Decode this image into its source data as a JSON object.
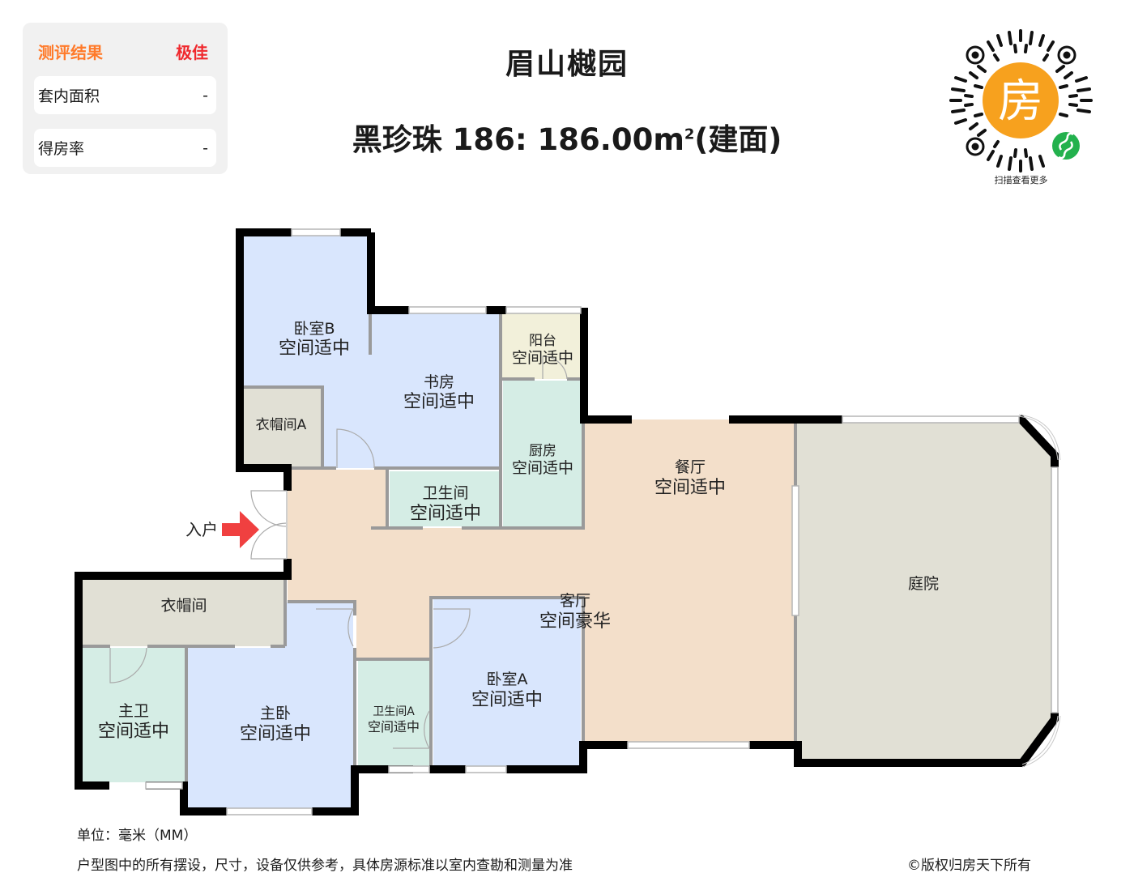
{
  "evaluation": {
    "title": "测评结果",
    "grade": "极佳",
    "rows": [
      {
        "label": "套内面积",
        "value": "-"
      },
      {
        "label": "得房率",
        "value": "-"
      }
    ],
    "colors": {
      "title": "#ff7a2a",
      "grade": "#f0282d"
    }
  },
  "header": {
    "project_name": "眉山樾园",
    "unit_line": "黑珍珠 186: 186.00m",
    "unit_sup": "2",
    "unit_suffix": "(建面)"
  },
  "qr": {
    "center_glyph": "房",
    "caption": "扫描查看更多",
    "badge_icon": "mini-program-icon",
    "colors": {
      "center": "#f7a11e",
      "badge": "#23b14d"
    }
  },
  "entrance": {
    "label": "入户",
    "arrow_color": "#f04040"
  },
  "rooms": [
    {
      "id": "bedroom-b",
      "name": "卧室B",
      "rating": "空间适中",
      "color": "#d9e6fd"
    },
    {
      "id": "study",
      "name": "书房",
      "rating": "空间适中",
      "color": "#d9e6fd"
    },
    {
      "id": "balcony",
      "name": "阳台",
      "rating": "空间适中",
      "color": "#f2f0da"
    },
    {
      "id": "closet-a",
      "name": "衣帽间A",
      "rating": "",
      "color": "#e1e0d5"
    },
    {
      "id": "kitchen",
      "name": "厨房",
      "rating": "空间适中",
      "color": "#d5ede5"
    },
    {
      "id": "bathroom",
      "name": "卫生间",
      "rating": "空间适中",
      "color": "#d5ede5"
    },
    {
      "id": "dining",
      "name": "餐厅",
      "rating": "空间适中",
      "color": "#f3dfca"
    },
    {
      "id": "living",
      "name": "客厅",
      "rating": "空间豪华",
      "color": "#f3dfca"
    },
    {
      "id": "courtyard",
      "name": "庭院",
      "rating": "",
      "color": "#e1e0d5"
    },
    {
      "id": "closet",
      "name": "衣帽间",
      "rating": "",
      "color": "#e1e0d5"
    },
    {
      "id": "master-bath",
      "name": "主卫",
      "rating": "空间适中",
      "color": "#d5ede5"
    },
    {
      "id": "master-bedroom",
      "name": "主卧",
      "rating": "空间适中",
      "color": "#d9e6fd"
    },
    {
      "id": "bathroom-a",
      "name": "卫生间A",
      "rating": "空间适中",
      "color": "#d5ede5"
    },
    {
      "id": "bedroom-a",
      "name": "卧室A",
      "rating": "空间适中",
      "color": "#d9e6fd"
    }
  ],
  "footer": {
    "unit_note": "单位：毫米（MM）",
    "disclaimer": "户型图中的所有摆设，尺寸，设备仅供参考，具体房源标准以室内查勘和测量为准",
    "copyright": "©版权归房天下所有"
  }
}
